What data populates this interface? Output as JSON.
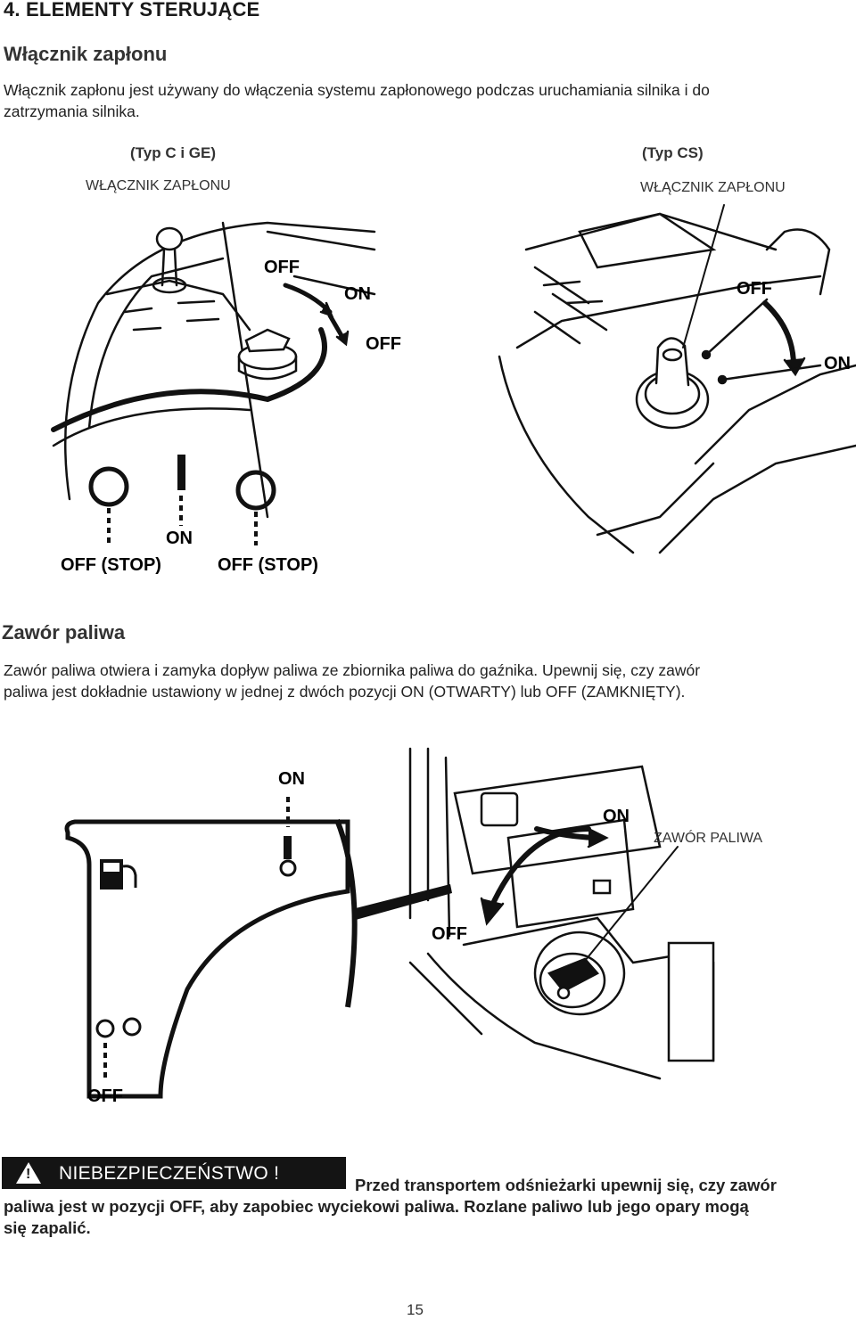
{
  "section": {
    "title": "4.  ELEMENTY STERUJĄCE"
  },
  "ignition": {
    "heading": "Włącznik zapłonu",
    "text_line1": "Włącznik zapłonu jest używany do włączenia systemu zapłonowego podczas uruchamiania silnika i do",
    "text_line2": "zatrzymania silnika.",
    "fig_left": {
      "type_label": "(Typ C i GE)",
      "caption": "WŁĄCZNIK ZAPŁONU",
      "label_off": "OFF",
      "label_on": "ON",
      "label_off2": "OFF",
      "panel_off_stop_left": "OFF (STOP)",
      "panel_on": "ON",
      "panel_off_stop_right": "OFF (STOP)"
    },
    "fig_right": {
      "type_label": "(Typ CS)",
      "caption": "WŁĄCZNIK ZAPŁONU",
      "label_off": "OFF",
      "label_on": "ON"
    }
  },
  "fuel_valve": {
    "heading": "Zawór paliwa",
    "text_line1": "Zawór paliwa otwiera i zamyka dopływ paliwa ze zbiornika paliwa do gaźnika. Upewnij się, czy zawór",
    "text_line2": "paliwa jest dokładnie ustawiony w jednej z dwóch pozycji ON (OTWARTY) lub OFF (ZAMKNIĘTY).",
    "fig": {
      "panel_on": "ON",
      "panel_off": "OFF",
      "label_on": "ON",
      "label_off": "OFF",
      "caption": "ZAWÓR PALIWA"
    }
  },
  "warning": {
    "label": "NIEBEZPIECZEŃSTWO !",
    "line1": "Przed transportem odśnieżarki upewnij się, czy zawór",
    "line2": "paliwa jest w pozycji OFF, aby zapobiec wyciekowi paliwa. Rozlane paliwo lub jego opary mogą",
    "line3": "się zapalić."
  },
  "footer": {
    "page_number": "15"
  }
}
